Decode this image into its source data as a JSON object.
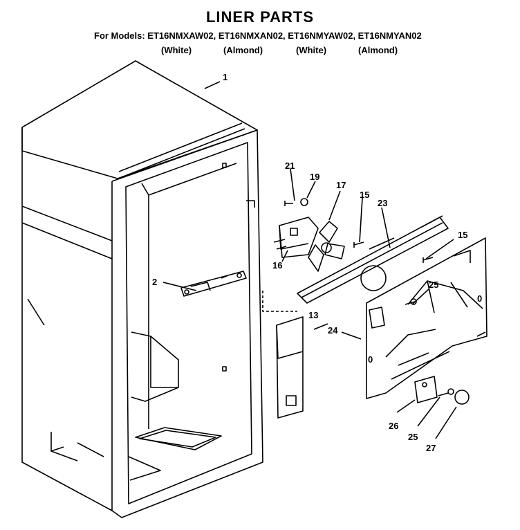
{
  "title": "LINER PARTS",
  "models_line": "For Models: ET16NMXAW02, ET16NMXAN02, ET16NMYAW02, ET16NMYAN02",
  "model_colors": [
    "(White)",
    "(Almond)",
    "(White)",
    "(Almond)"
  ],
  "callouts": [
    "1",
    "2",
    "21",
    "19",
    "17",
    "15",
    "23",
    "15",
    "16",
    "25",
    "13",
    "24",
    "0",
    "0",
    "26",
    "25",
    "27"
  ]
}
